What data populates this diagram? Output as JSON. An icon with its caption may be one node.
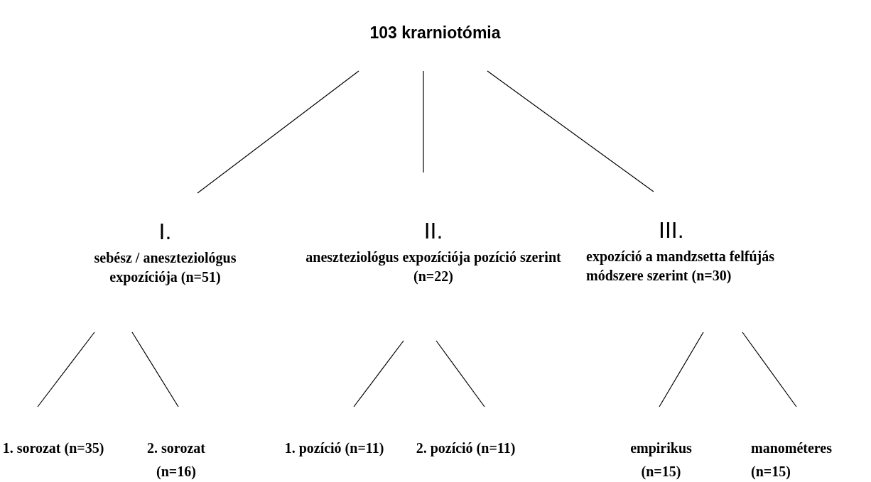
{
  "diagram": {
    "nodes": [
      {
        "text": [
          "103 krarniotómia"
        ]
      },
      {
        "text": [
          "I.",
          "sebész / aneszteziológus expozíciója (n=51)"
        ]
      },
      {
        "text": [
          "II.",
          "aneszteziológus expozíciója pozíció szerint (n=22)"
        ]
      },
      {
        "text": [
          "III.",
          "expozíció a mandzsetta felfújás módszere szerint (n=30)"
        ]
      },
      {
        "text": [
          "1. sorozat (n=35)"
        ]
      },
      {
        "text": [
          "2. sorozat (n=16)"
        ]
      },
      {
        "text": [
          "1. pozíció (n=11)"
        ]
      },
      {
        "text": [
          "2. pozíció (n=11)"
        ]
      },
      {
        "text": [
          "empirikus (n=15)"
        ]
      },
      {
        "text": [
          "manométeres (n=15)"
        ]
      }
    ],
    "edges": [
      {
        "from": 0,
        "to": 1,
        "arrow": "none"
      },
      {
        "from": 0,
        "to": 2,
        "arrow": "none"
      },
      {
        "from": 0,
        "to": 3,
        "arrow": "none"
      },
      {
        "from": 1,
        "to": 4,
        "arrow": "none"
      },
      {
        "from": 1,
        "to": 5,
        "arrow": "none"
      },
      {
        "from": 2,
        "to": 6,
        "arrow": "none"
      },
      {
        "from": 2,
        "to": 7,
        "arrow": "none"
      },
      {
        "from": 3,
        "to": 8,
        "arrow": "none"
      },
      {
        "from": 3,
        "to": 9,
        "arrow": "none"
      }
    ]
  }
}
